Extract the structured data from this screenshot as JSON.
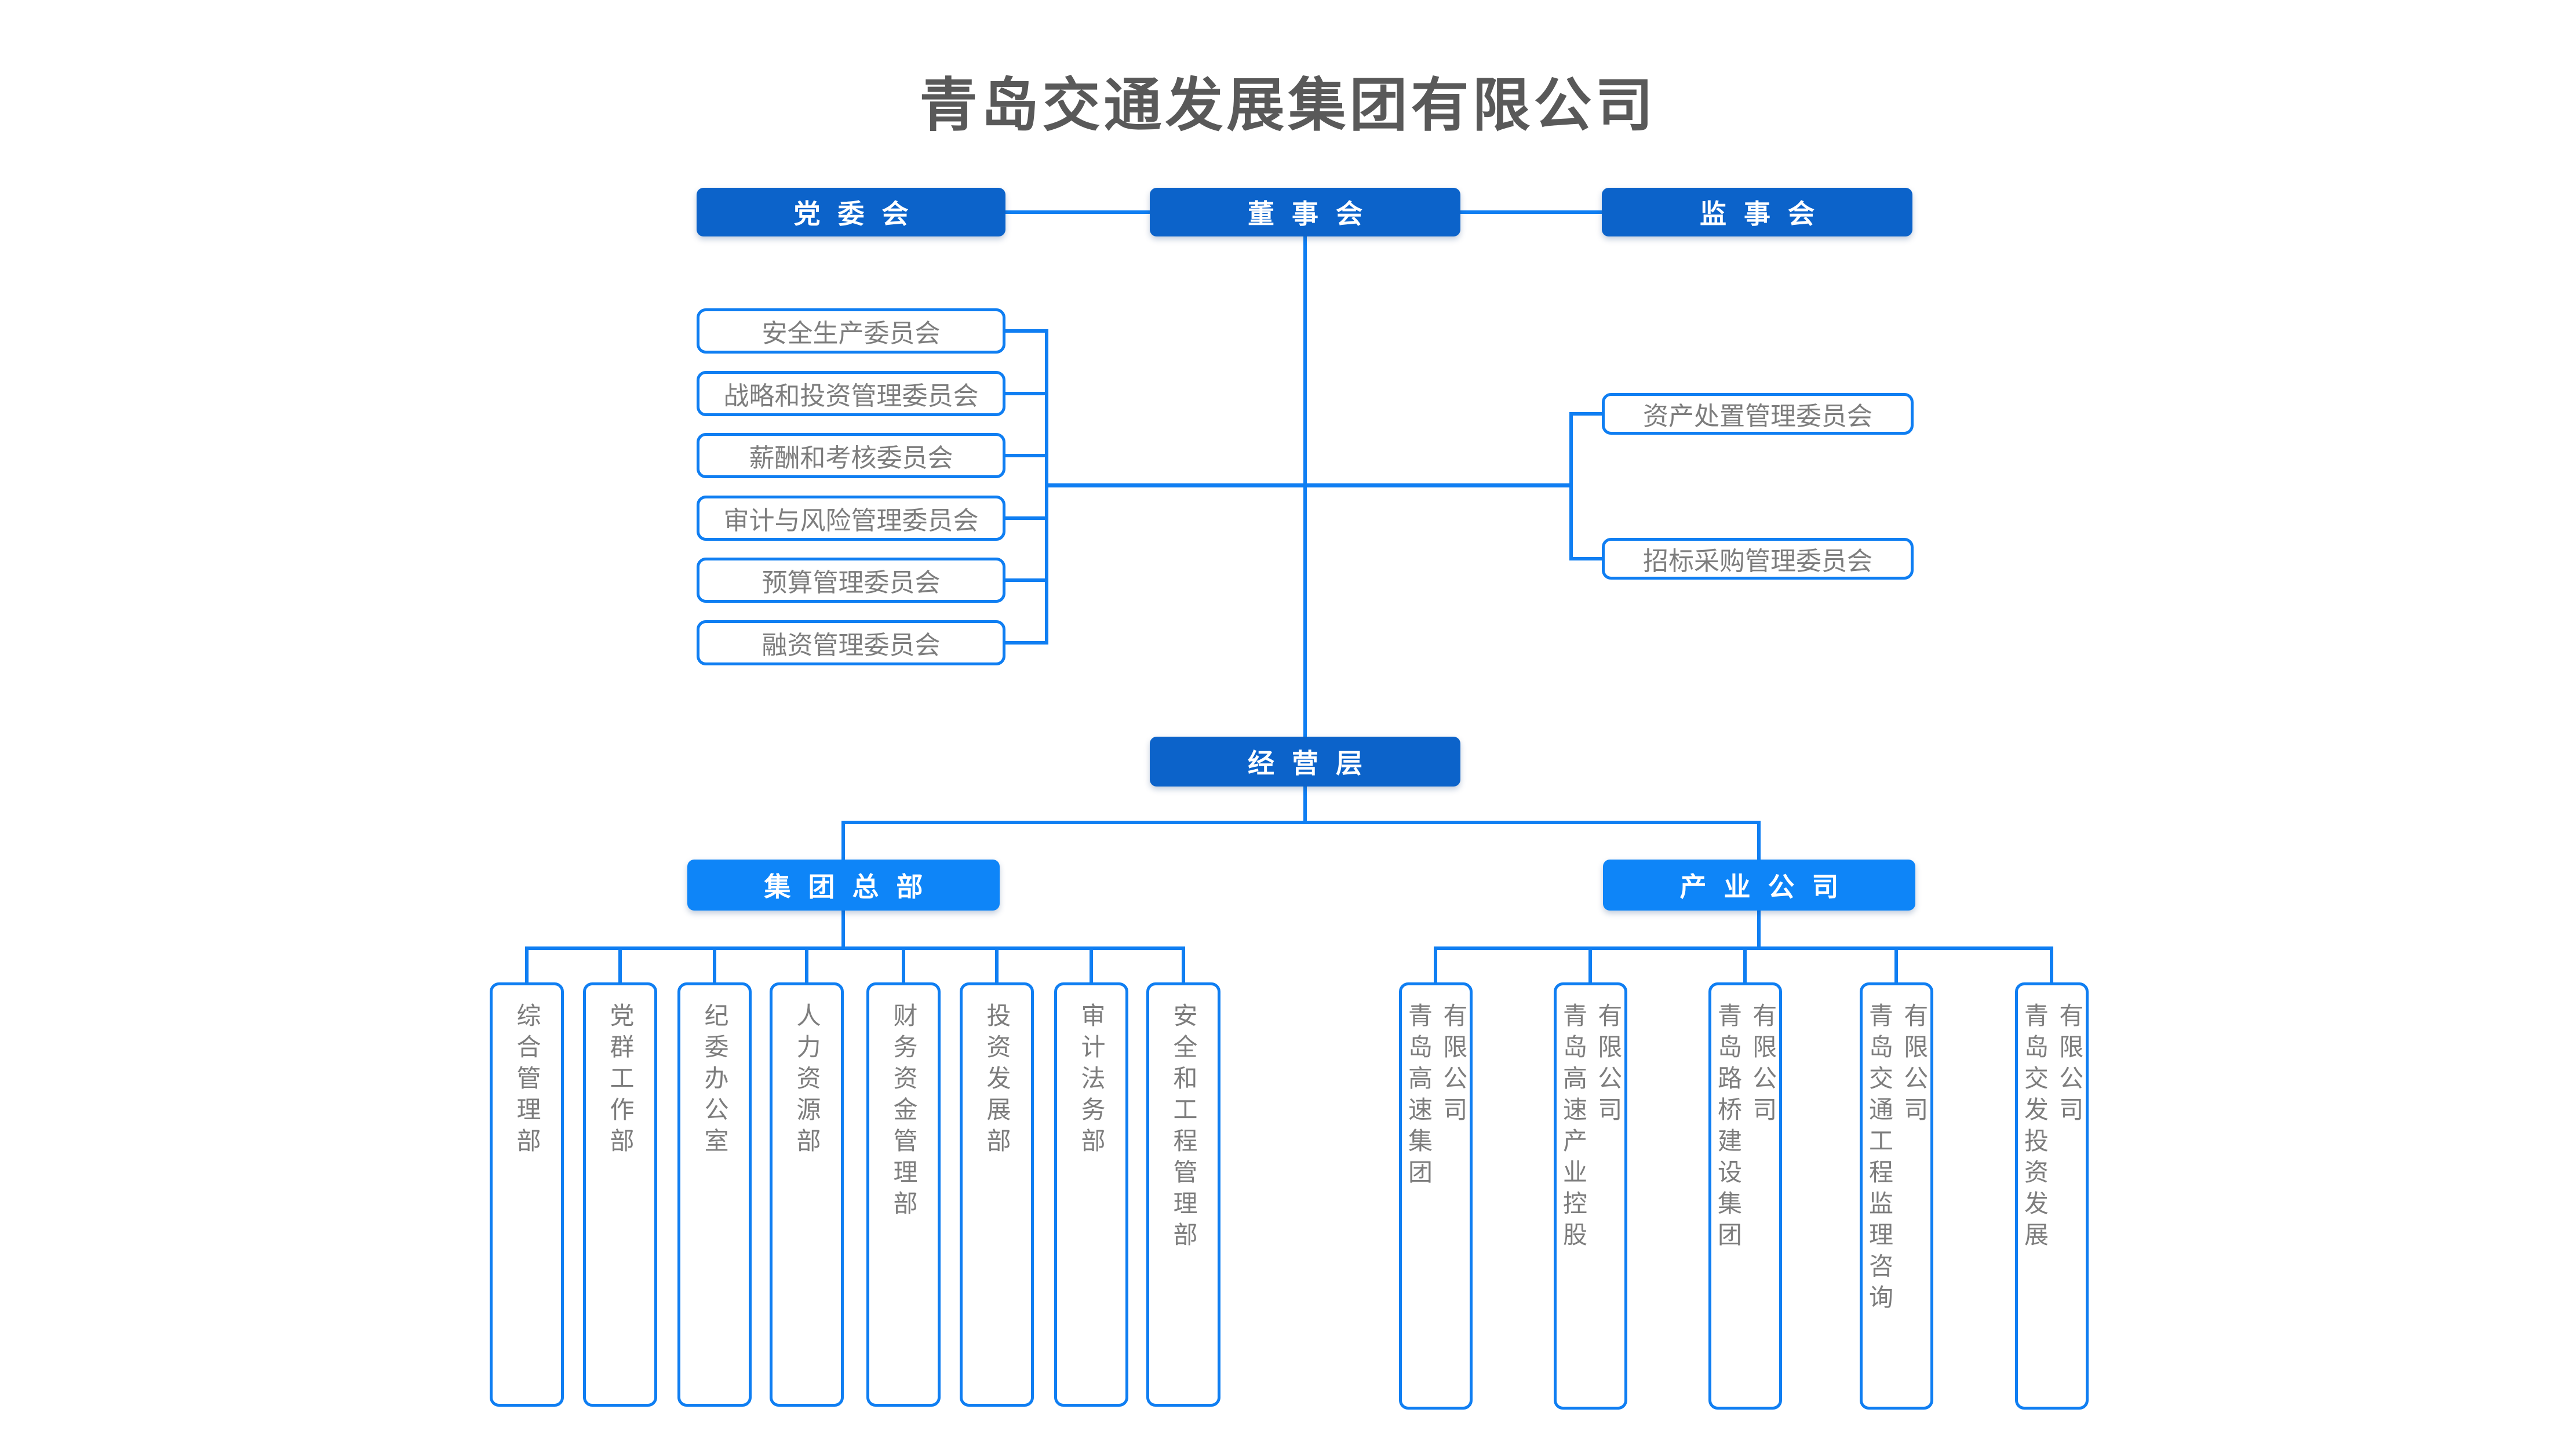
{
  "title": "青岛交通发展集团有限公司",
  "colors": {
    "header_dark_blue": "#0c63ca",
    "header_bright_blue": "#0e85f8",
    "connector_blue": "#0f7ef2",
    "node_text_gray": "#7d7d7d",
    "title_gray": "#595959"
  },
  "governance": {
    "party_committee": "党委会",
    "board": "董事会",
    "supervisory_board": "监事会"
  },
  "management_label": "经营层",
  "board_committees_left": [
    "安全生产委员会",
    "战略和投资管理委员会",
    "薪酬和考核委员会",
    "审计与风险管理委员会",
    "预算管理委员会",
    "融资管理委员会"
  ],
  "board_committees_right": [
    "资产处置管理委员会",
    "招标采购管理委员会"
  ],
  "group_hq": {
    "label": "集团总部",
    "departments": [
      "综合管理部",
      "党群工作部",
      "纪委办公室",
      "人力资源部",
      "财务资金管理部",
      "投资发展部",
      "审计法务部",
      "安全和工程管理部"
    ]
  },
  "industry_companies": {
    "label": "产业公司",
    "subsidiaries": [
      {
        "name": "青岛高速集团",
        "suffix": "有限公司"
      },
      {
        "name": "青岛高速产业控股",
        "suffix": "有限公司"
      },
      {
        "name": "青岛路桥建设集团",
        "suffix": "有限公司"
      },
      {
        "name": "青岛交通工程监理咨询",
        "suffix": "有限公司"
      },
      {
        "name": "青岛交发投资发展",
        "suffix": "有限公司"
      }
    ]
  }
}
